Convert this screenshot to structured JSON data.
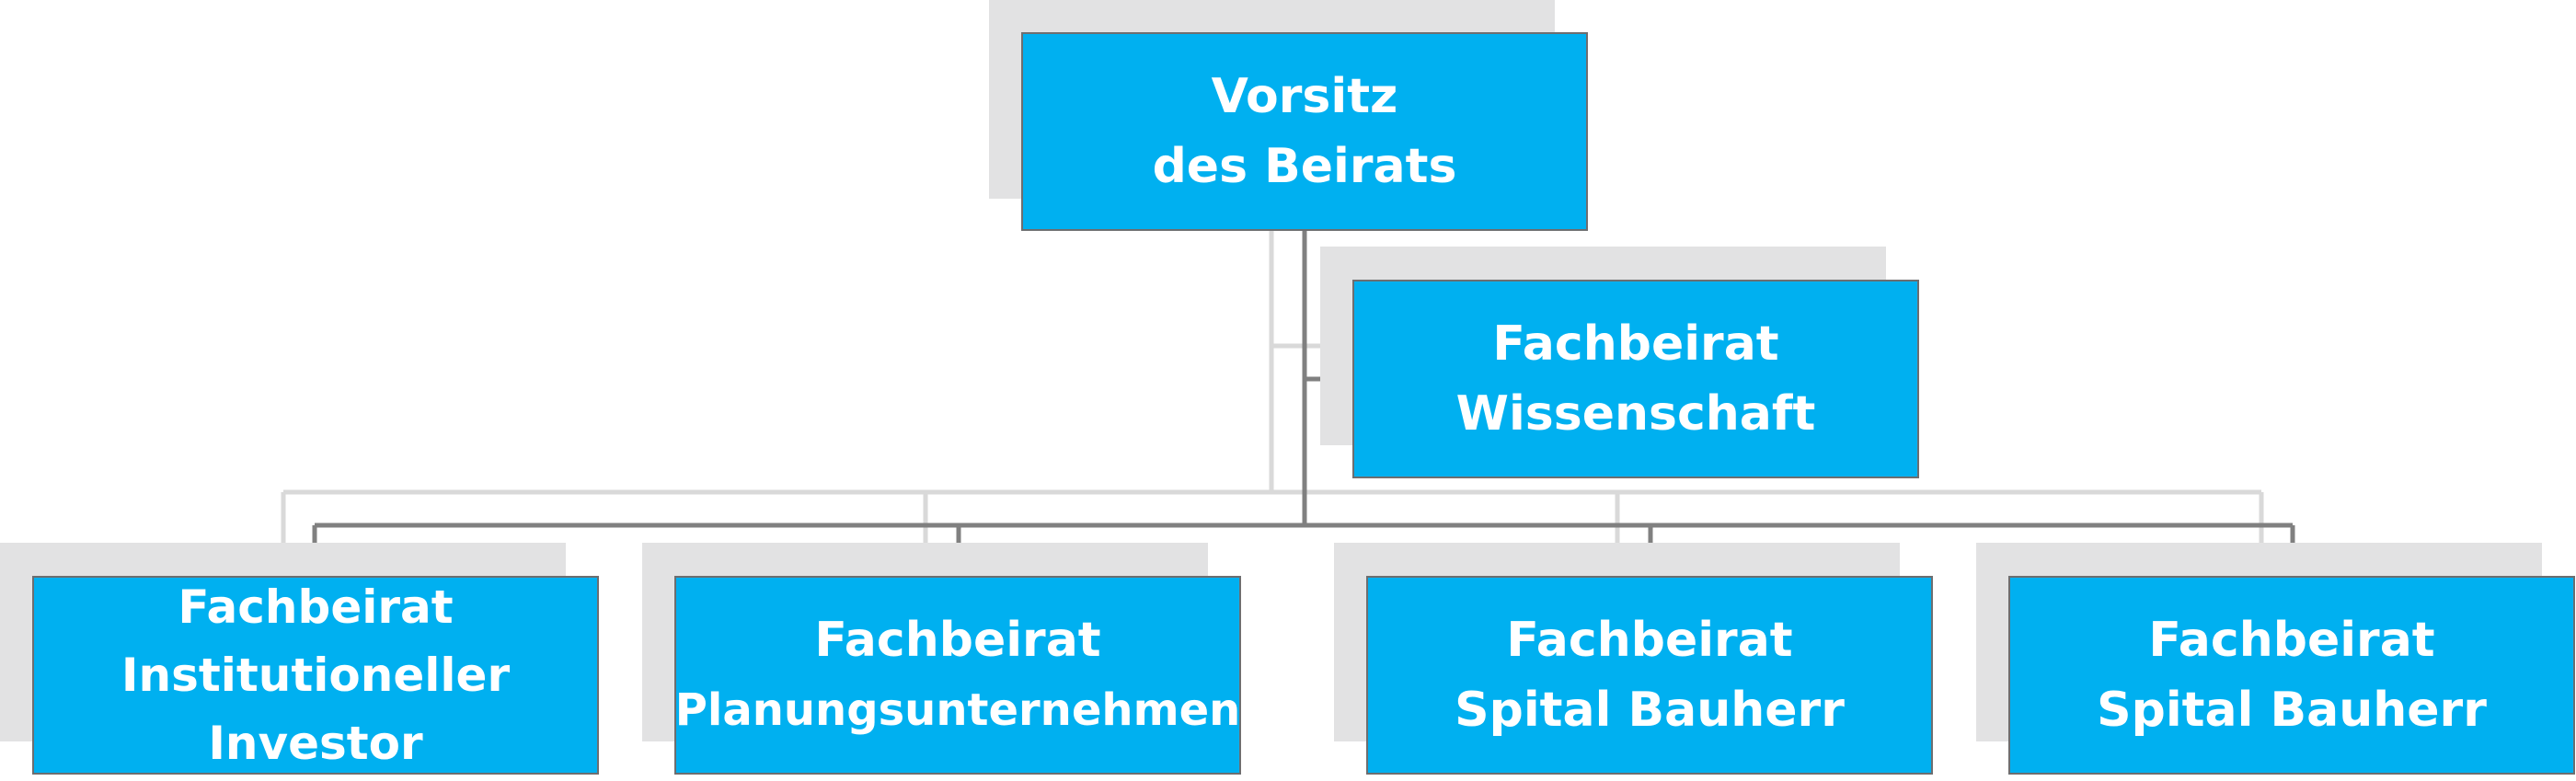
{
  "colors": {
    "box_fill": "#00b0f0",
    "box_border": "#6d6e70",
    "box_text": "#ffffff",
    "shadow": "#e2e2e3",
    "connector": "#808080",
    "connector_shadow": "#d9d9d9"
  },
  "nodes": {
    "chair": {
      "line1": "Vorsitz",
      "line2": "des Beirats"
    },
    "science": {
      "line1": "Fachbeirat",
      "line2": "Wissenschaft"
    },
    "investor": {
      "line1": "Fachbeirat",
      "line2": "Institutioneller",
      "line3": "Investor"
    },
    "planning": {
      "line1": "Fachbeirat",
      "line2": "Planungsunternehmen"
    },
    "hospital_a": {
      "line1": "Fachbeirat",
      "line2": "Spital Bauherr"
    },
    "hospital_b": {
      "line1": "Fachbeirat",
      "line2": "Spital Bauherr"
    }
  }
}
